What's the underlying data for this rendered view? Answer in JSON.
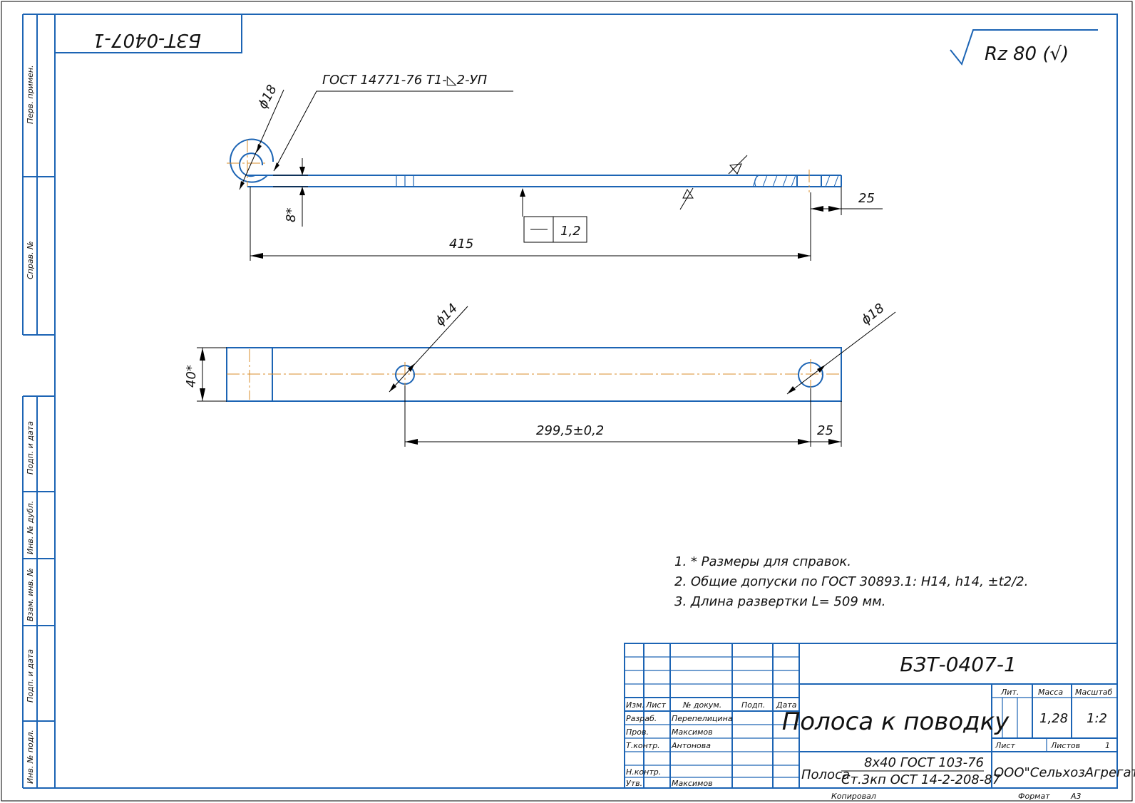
{
  "doc_code_rotated": "БЗТ-0407-1",
  "roughness": "Rz 80 (√)",
  "weld_symbol": "ГОСТ 14771-76 Т1-◺2-УП",
  "dims": {
    "phi18_top": "ϕ18",
    "thickness": "8*",
    "length": "415",
    "end25_top": "25",
    "flatness": "1,2",
    "width": "40*",
    "phi14": "ϕ14",
    "phi18_bottom": "ϕ18",
    "hole_dist": "299,5±0,2",
    "end25_bottom": "25"
  },
  "notes": [
    "1. * Размеры для справок.",
    "2. Общие допуски по ГОСТ 30893.1: H14, h14, ±t2/2.",
    "3. Длина развертки L= 509 мм."
  ],
  "side_labels": {
    "perv": "Перв. примен.",
    "sprav": "Справ. №",
    "podp1": "Подп. и дата",
    "inv_dubl": "Инв. № дубл.",
    "vzam": "Взам. инв. №",
    "podp2": "Подп. и дата",
    "inv_podl": "Инв. № подл."
  },
  "title_block": {
    "code": "БЗТ-0407-1",
    "name": "Полоса к поводку",
    "col_izm": "Изм.",
    "col_list": "Лист",
    "col_dok": "№ докум.",
    "col_podp": "Подп.",
    "col_data": "Дата",
    "razrab_label": "Разраб.",
    "razrab": "Перепелицина",
    "prov_label": "Пров.",
    "prov": "Максимов",
    "tkontr_label": "Т.контр.",
    "tkontr": "Антонова",
    "nkontr_label": "Н.контр.",
    "utv_label": "Утв.",
    "utv": "Максимов",
    "lit": "Лит.",
    "massa": "Масса",
    "masshtab": "Масштаб",
    "massa_val": "1,28",
    "masshtab_val": "1:2",
    "list_label": "Лист",
    "listov_label": "Листов",
    "listov_val": "1",
    "material_prefix": "Полоса",
    "material_top": "8х40 ГОСТ 103-76",
    "material_bottom": "Ст.3кп ОСТ 14-2-208-87",
    "org": "ООО\"СельхозАгрегат\""
  },
  "footer": {
    "copied": "Копировал",
    "format_label": "Формат",
    "format": "А3"
  }
}
